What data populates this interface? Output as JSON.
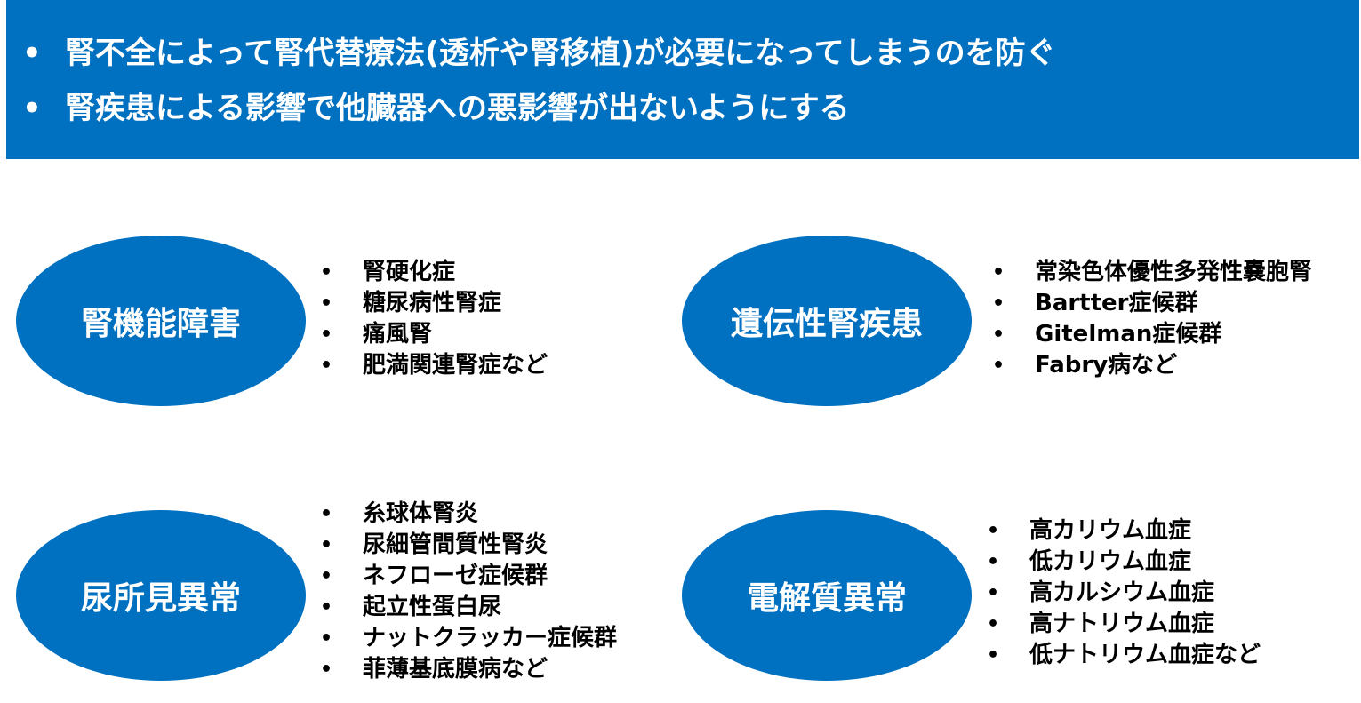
{
  "header": {
    "items": [
      "腎不全によって腎代替療法(透析や腎移植)が必要になってしまうのを防ぐ",
      "腎疾患による影響で他臓器への悪影響が出ないようにする"
    ],
    "background_color": "#0070C0"
  },
  "bullet": "•",
  "categories": [
    {
      "title": "腎機能障害",
      "items": [
        "腎硬化症",
        "糖尿病性腎症",
        "痛風腎",
        "肥満関連腎症など"
      ]
    },
    {
      "title": "遺伝性腎疾患",
      "items": [
        "常染色体優性多発性嚢胞腎",
        "Bartter症候群",
        "Gitelman症候群",
        "Fabry病など"
      ]
    },
    {
      "title": "尿所見異常",
      "items": [
        "糸球体腎炎",
        "尿細管間質性腎炎",
        "ネフローゼ症候群",
        "起立性蛋白尿",
        "ナットクラッカー症候群",
        "菲薄基底膜病など"
      ]
    },
    {
      "title": "電解質異常",
      "items": [
        "高カリウム血症",
        "低カリウム血症",
        "高カルシウム血症",
        "高ナトリウム血症",
        "低ナトリウム血症など"
      ]
    }
  ],
  "colors": {
    "accent": "#0070C0",
    "ellipse_text": "#FFFFFF",
    "list_text": "#000000"
  }
}
